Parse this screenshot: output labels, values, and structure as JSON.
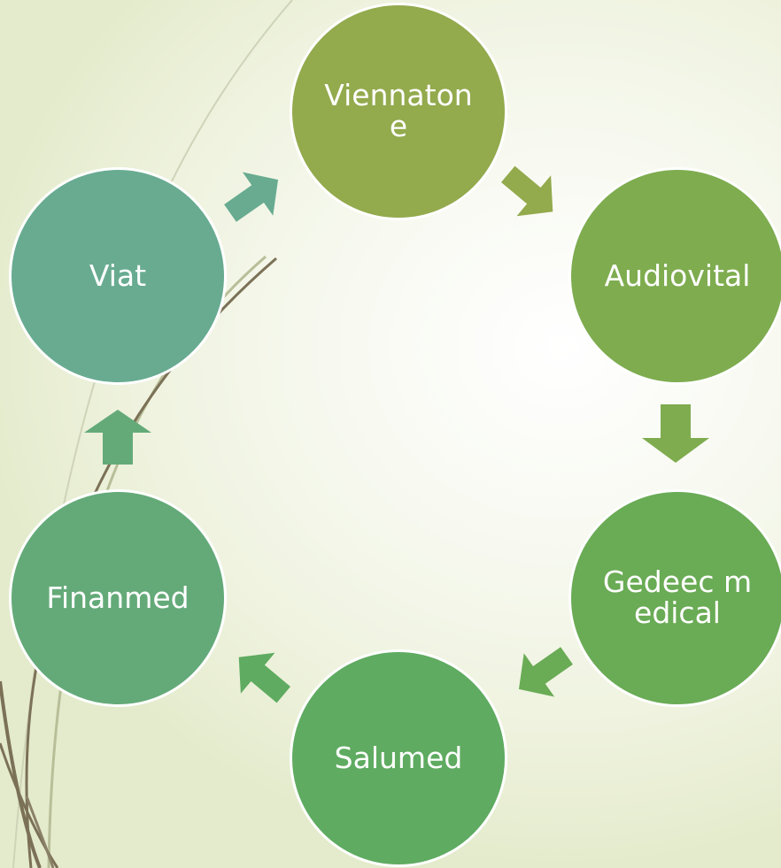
{
  "diagram": {
    "type": "cycle",
    "nodes": [
      {
        "label": "Viennatone",
        "color": "#93aa4d"
      },
      {
        "label": "Audiovital",
        "color": "#7eac4f"
      },
      {
        "label": "Gedeec medical",
        "color": "#6aab55"
      },
      {
        "label": "Salumed",
        "color": "#5fab61"
      },
      {
        "label": "Finanmed",
        "color": "#64aa79"
      },
      {
        "label": "Viat",
        "color": "#68ab91"
      }
    ],
    "arrows": [
      {
        "from": "Viennatone",
        "to": "Audiovital",
        "color": "#93aa4d"
      },
      {
        "from": "Audiovital",
        "to": "Gedeec medical",
        "color": "#7eac4f"
      },
      {
        "from": "Gedeec medical",
        "to": "Salumed",
        "color": "#6aab55"
      },
      {
        "from": "Salumed",
        "to": "Finanmed",
        "color": "#5fab61"
      },
      {
        "from": "Finanmed",
        "to": "Viat",
        "color": "#64aa79"
      },
      {
        "from": "Viat",
        "to": "Viennatone",
        "color": "#68ab91"
      }
    ]
  }
}
